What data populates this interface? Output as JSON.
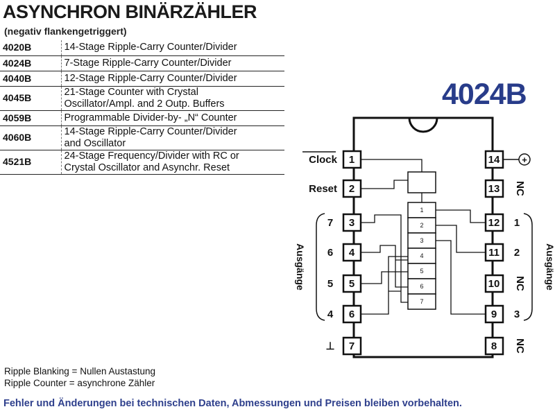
{
  "header": {
    "title": "ASYNCHRON BINÄRZÄHLER",
    "subtitle": "(negativ flankengetriggert)"
  },
  "parts": [
    {
      "code": "4020B",
      "desc": [
        "14-Stage Ripple-Carry Counter/Divider"
      ]
    },
    {
      "code": "4024B",
      "desc": [
        "7-Stage Ripple-Carry Counter/Divider"
      ]
    },
    {
      "code": "4040B",
      "desc": [
        "12-Stage Ripple-Carry Counter/Divider"
      ]
    },
    {
      "code": "4045B",
      "desc": [
        "21-Stage Counter with Crystal",
        "Oscillator/Ampl. and 2 Outp. Buffers"
      ]
    },
    {
      "code": "4059B",
      "desc": [
        "Programmable Divider-by- „N“ Counter"
      ]
    },
    {
      "code": "4060B",
      "desc": [
        "14-Stage Ripple-Carry Counter/Divider",
        "and Oscillator"
      ]
    },
    {
      "code": "4521B",
      "desc": [
        "24-Stage Frequency/Divider with RC or",
        "Crystal Oscillator and Asynchr. Reset"
      ]
    }
  ],
  "chip": {
    "name": "4024B",
    "left_pins": [
      {
        "num": "1",
        "label": "Clock"
      },
      {
        "num": "2",
        "label": "Reset"
      },
      {
        "num": "3",
        "label": "7"
      },
      {
        "num": "4",
        "label": "6"
      },
      {
        "num": "5",
        "label": "5"
      },
      {
        "num": "6",
        "label": "4"
      },
      {
        "num": "7",
        "label": "⊥"
      }
    ],
    "right_pins": [
      {
        "num": "14",
        "label": "+"
      },
      {
        "num": "13",
        "label": "NC"
      },
      {
        "num": "12",
        "label": "1"
      },
      {
        "num": "11",
        "label": "2"
      },
      {
        "num": "10",
        "label": "NC"
      },
      {
        "num": "9",
        "label": "3"
      },
      {
        "num": "8",
        "label": "NC"
      }
    ],
    "stages": [
      "1",
      "2",
      "3",
      "4",
      "5",
      "6",
      "7"
    ],
    "outputs_label": "Ausgänge"
  },
  "notes": {
    "line1": "Ripple Blanking = Nullen Austastung",
    "line2": "Ripple Counter = asynchrone Zähler"
  },
  "footer": "Fehler und Änderungen bei technischen Daten, Abmessungen und Preisen bleiben vorbehalten."
}
